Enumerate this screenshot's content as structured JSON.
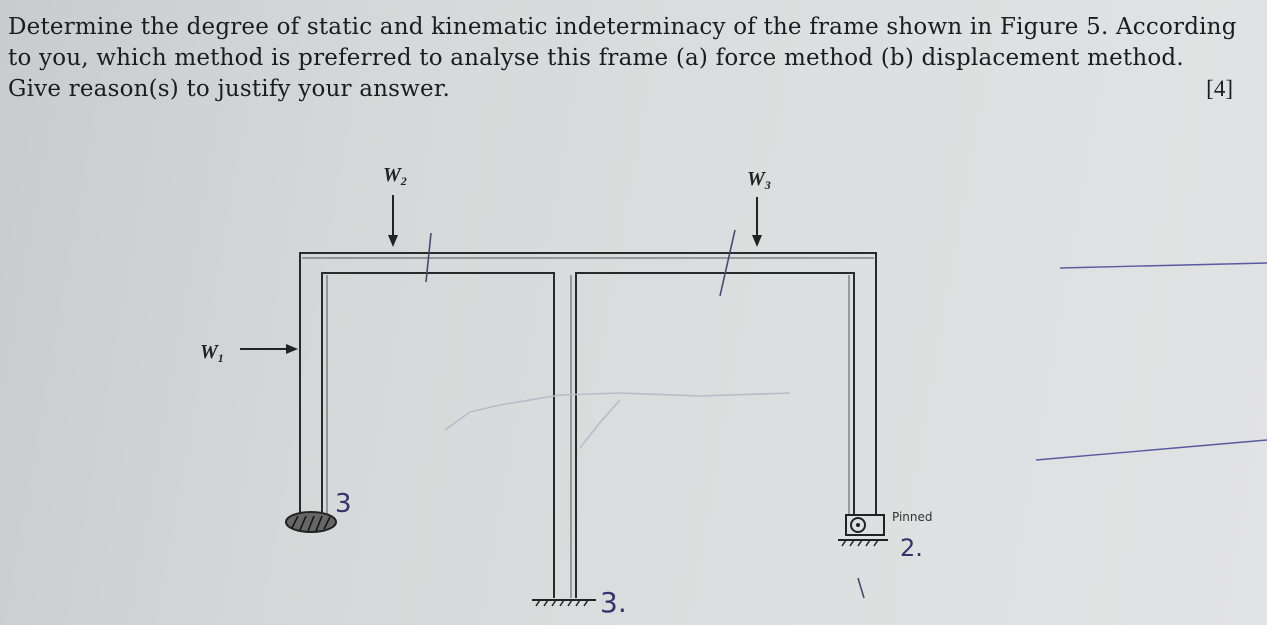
{
  "question": {
    "line1": "Determine the degree of static and kinematic indeterminacy of the frame shown in Figure 5. According",
    "line2": "to you, which method is preferred to analyse this frame (a) force method (b) displacement method.",
    "line3": "Give reason(s) to justify your answer.",
    "marks": "[4]"
  },
  "figure": {
    "load_w1": "W",
    "load_w1_sub": "1",
    "load_w2": "W",
    "load_w2_sub": "2",
    "load_w3": "W",
    "load_w3_sub": "3",
    "support_right_label": "Pinned",
    "handwritten_left": "3",
    "handwritten_middle": "3.",
    "handwritten_right": "2."
  },
  "colors": {
    "ink": "#1c1c1e",
    "pen": "#34346a"
  }
}
